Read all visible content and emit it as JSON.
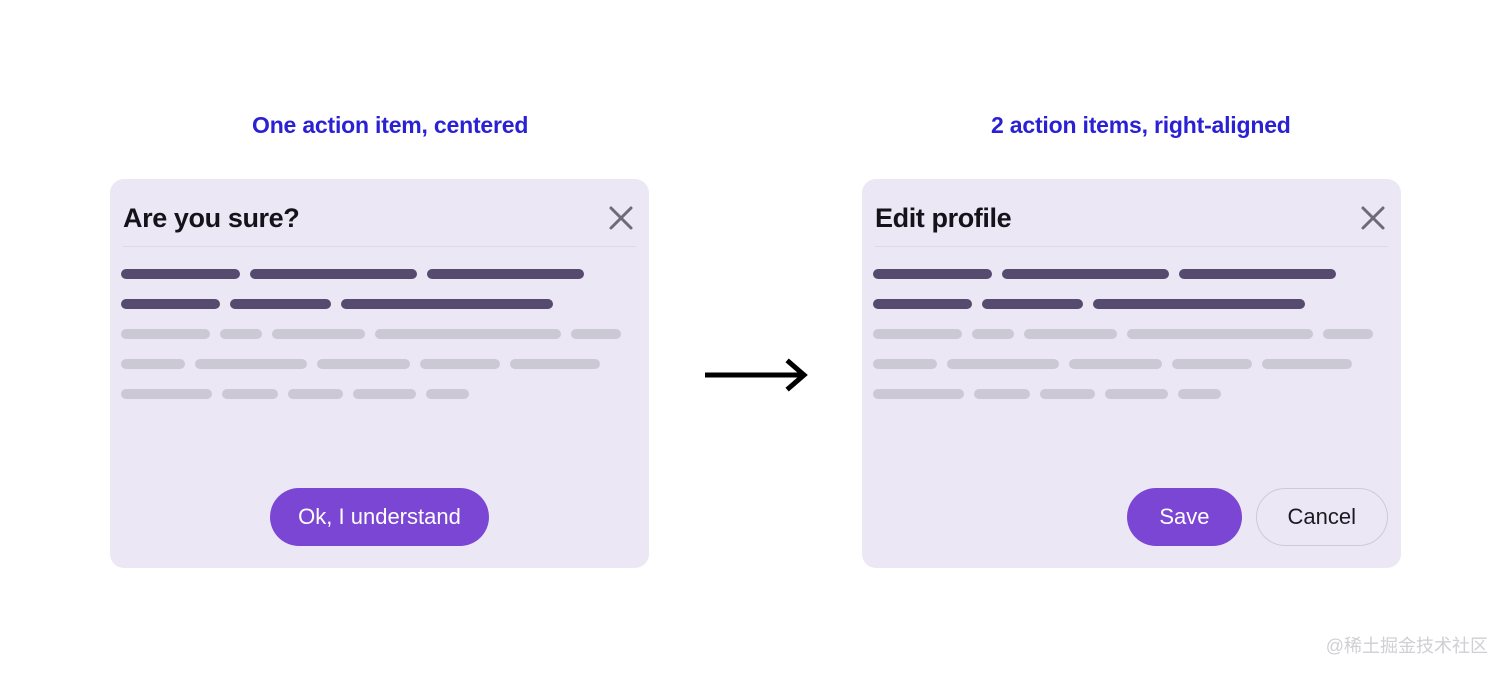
{
  "headings": {
    "left": "One action item, centered",
    "right": "2 action items, right-aligned"
  },
  "colors": {
    "page_background": "#ffffff",
    "card_background": "#ebe7f5",
    "heading": "#2b21d4",
    "primary_button": "#7b46d4",
    "primary_button_text": "#ffffff",
    "bar_dark": "#564a6e",
    "bar_light": "#cbc9d4",
    "close_icon": "#6e6a77",
    "divider": "#ded8ed",
    "outline_button_border": "#cfc9dd",
    "watermark": "#cfcfd4",
    "arrow": "#000000"
  },
  "cards": [
    {
      "title": "Are you sure?",
      "close_icon": "close-icon",
      "alignment": "centered",
      "bar_rows": [
        {
          "tone": "dark",
          "widths": [
            119,
            167,
            157
          ]
        },
        {
          "tone": "dark",
          "widths": [
            99,
            101,
            212
          ]
        },
        {
          "tone": "light",
          "widths": [
            89,
            42,
            93,
            186,
            50
          ]
        },
        {
          "tone": "light",
          "widths": [
            64,
            112,
            93,
            80,
            90
          ]
        },
        {
          "tone": "light",
          "widths": [
            91,
            56,
            55,
            63,
            43
          ]
        }
      ],
      "buttons": [
        {
          "label": "Ok, I understand",
          "style": "primary",
          "name": "ok-understand-button"
        }
      ]
    },
    {
      "title": "Edit profile",
      "close_icon": "close-icon",
      "alignment": "right-aligned",
      "bar_rows": [
        {
          "tone": "dark",
          "widths": [
            119,
            167,
            157
          ]
        },
        {
          "tone": "dark",
          "widths": [
            99,
            101,
            212
          ]
        },
        {
          "tone": "light",
          "widths": [
            89,
            42,
            93,
            186,
            50
          ]
        },
        {
          "tone": "light",
          "widths": [
            64,
            112,
            93,
            80,
            90
          ]
        },
        {
          "tone": "light",
          "widths": [
            91,
            56,
            55,
            63,
            43
          ]
        }
      ],
      "buttons": [
        {
          "label": "Save",
          "style": "primary",
          "name": "save-button"
        },
        {
          "label": "Cancel",
          "style": "outline",
          "name": "cancel-button"
        }
      ]
    }
  ],
  "arrow": {
    "icon": "arrow-right-icon"
  },
  "watermark": "@稀土掘金技术社区"
}
